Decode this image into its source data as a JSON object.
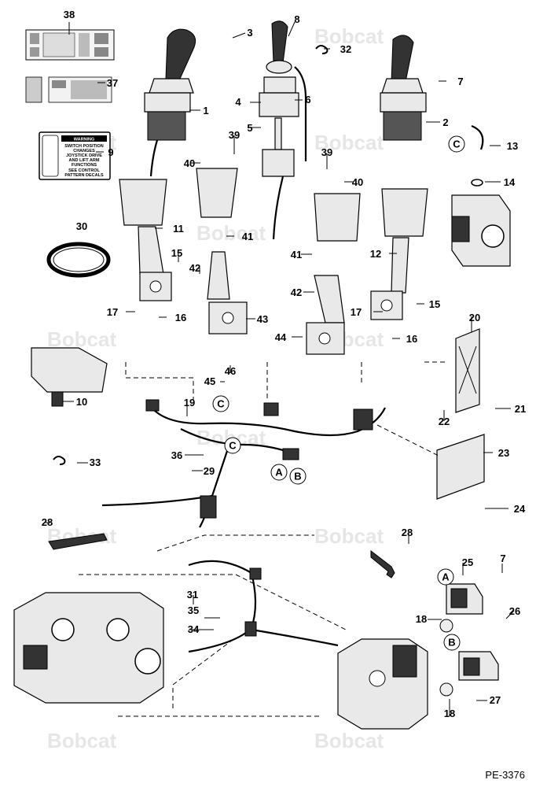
{
  "brand": "Bobcat",
  "doc_id": "PE-3376",
  "warning_decal": {
    "heading": "WARNING",
    "lines": [
      "SWITCH POSITION",
      "CHANGES",
      "JOYSTICK DRIVE",
      "AND LIFT ARM",
      "FUNCTIONS",
      "SEE CONTROL",
      "PATTERN DECALS"
    ]
  },
  "connector_letters": [
    "A",
    "B",
    "C"
  ],
  "callouts": {
    "c1": "1",
    "c2": "2",
    "c3": "3",
    "c4": "4",
    "c5": "5",
    "c6": "6",
    "c7a": "7",
    "c7b": "7",
    "c8": "8",
    "c9": "9",
    "c10": "10",
    "c11": "11",
    "c12": "12",
    "c13": "13",
    "c14": "14",
    "c15a": "15",
    "c15b": "15",
    "c16a": "16",
    "c16b": "16",
    "c17a": "17",
    "c17b": "17",
    "c18a": "18",
    "c18b": "18",
    "c19": "19",
    "c20": "20",
    "c21": "21",
    "c22": "22",
    "c23": "23",
    "c24": "24",
    "c25": "25",
    "c26": "26",
    "c27": "27",
    "c28a": "28",
    "c28b": "28",
    "c29": "29",
    "c30": "30",
    "c31": "31",
    "c32": "32",
    "c33": "33",
    "c34": "34",
    "c35": "35",
    "c36": "36",
    "c37": "37",
    "c38": "38",
    "c39a": "39",
    "c39b": "39",
    "c40a": "40",
    "c40b": "40",
    "c41a": "41",
    "c41b": "41",
    "c42a": "42",
    "c42b": "42",
    "c43": "43",
    "c44": "44",
    "c45": "45",
    "c46": "46"
  }
}
